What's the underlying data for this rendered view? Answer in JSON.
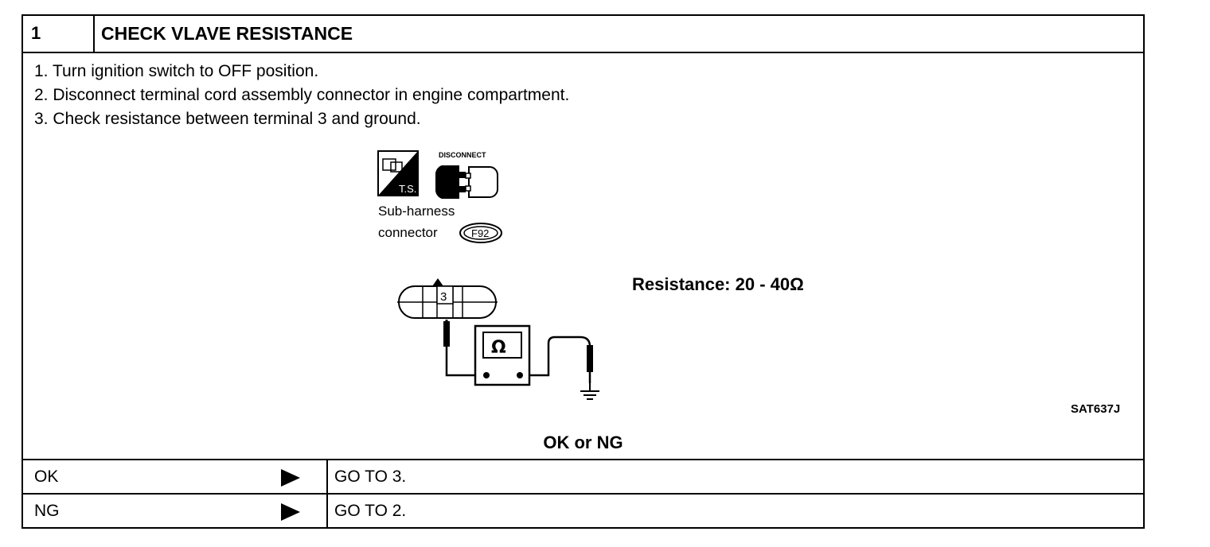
{
  "header": {
    "step_number": "1",
    "title": "CHECK VLAVE RESISTANCE"
  },
  "steps": [
    "1.  Turn ignition switch to OFF position.",
    "2.  Disconnect terminal cord assembly connector in engine compartment.",
    "3.  Check resistance between terminal 3 and ground."
  ],
  "figure": {
    "ts_label": "T.S.",
    "disconnect_label": "DISCONNECT",
    "connector_line1": "Sub-harness",
    "connector_line2": "connector",
    "connector_code": "F92",
    "terminal_number": "3",
    "meter_symbol": "Ω",
    "resistance_text": "Resistance: 20 - 40Ω",
    "figure_ref": "SAT637J"
  },
  "result_prompt": "OK or NG",
  "results": [
    {
      "key": "OK",
      "action": "GO TO 3."
    },
    {
      "key": "NG",
      "action": "GO TO 2."
    }
  ]
}
